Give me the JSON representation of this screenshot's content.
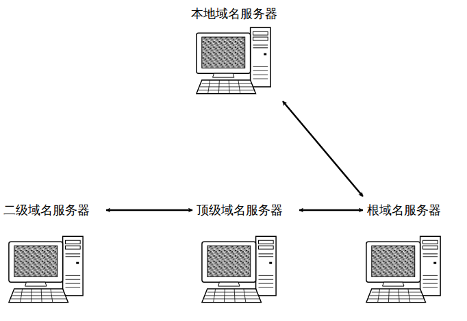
{
  "diagram": {
    "nodes": [
      {
        "text": [
          "本地域名服务器"
        ]
      },
      {
        "text": [
          "二级域名服务器"
        ]
      },
      {
        "text": [
          "顶级域名服务器"
        ]
      },
      {
        "text": [
          "根域名服务器"
        ]
      }
    ],
    "edges": [
      {
        "from": 0,
        "to": 3,
        "arrow": "both"
      },
      {
        "from": 1,
        "to": 2,
        "arrow": "both"
      },
      {
        "from": 2,
        "to": 3,
        "arrow": "both"
      }
    ]
  }
}
